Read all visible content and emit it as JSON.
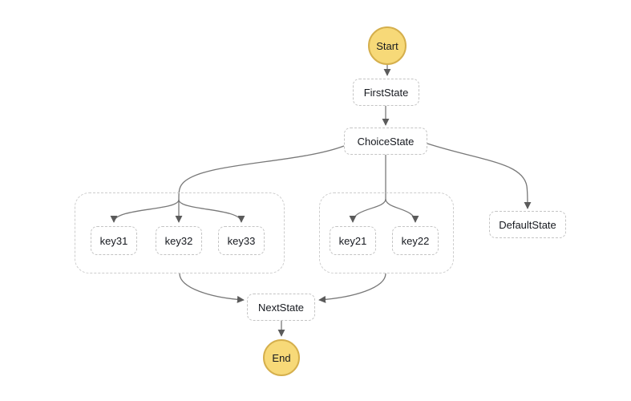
{
  "diagram": {
    "type": "state-machine-graph",
    "background": "#FFFFFF",
    "nodes": {
      "start": {
        "label": "Start",
        "kind": "terminal-circle"
      },
      "first_state": {
        "label": "FirstState",
        "kind": "state-box"
      },
      "choice_state": {
        "label": "ChoiceState",
        "kind": "state-box"
      },
      "key31": {
        "label": "key31",
        "kind": "state-box"
      },
      "key32": {
        "label": "key32",
        "kind": "state-box"
      },
      "key33": {
        "label": "key33",
        "kind": "state-box"
      },
      "key21": {
        "label": "key21",
        "kind": "state-box"
      },
      "key22": {
        "label": "key22",
        "kind": "state-box"
      },
      "default_state": {
        "label": "DefaultState",
        "kind": "state-box"
      },
      "next_state": {
        "label": "NextState",
        "kind": "state-box"
      },
      "end": {
        "label": "End",
        "kind": "terminal-circle"
      }
    },
    "groups": [
      {
        "name": "branch-group-3",
        "members": [
          "key31",
          "key32",
          "key33"
        ]
      },
      {
        "name": "branch-group-2",
        "members": [
          "key21",
          "key22"
        ]
      }
    ],
    "edges": [
      {
        "from": "Start",
        "to": "FirstState"
      },
      {
        "from": "FirstState",
        "to": "ChoiceState"
      },
      {
        "from": "ChoiceState",
        "to": "key31"
      },
      {
        "from": "ChoiceState",
        "to": "key32"
      },
      {
        "from": "ChoiceState",
        "to": "key33"
      },
      {
        "from": "ChoiceState",
        "to": "key21"
      },
      {
        "from": "ChoiceState",
        "to": "key22"
      },
      {
        "from": "ChoiceState",
        "to": "DefaultState"
      },
      {
        "from": "branch-group-3",
        "to": "NextState"
      },
      {
        "from": "branch-group-2",
        "to": "NextState"
      },
      {
        "from": "NextState",
        "to": "End"
      }
    ],
    "colors": {
      "terminal_fill": "#F7D978",
      "terminal_border": "#D5AF4C",
      "state_border": "#C4C4C4",
      "group_border": "#CDCDCD",
      "edge_stroke": "#787878",
      "arrowhead": "#5B5B5B",
      "text": "#16191F"
    }
  }
}
